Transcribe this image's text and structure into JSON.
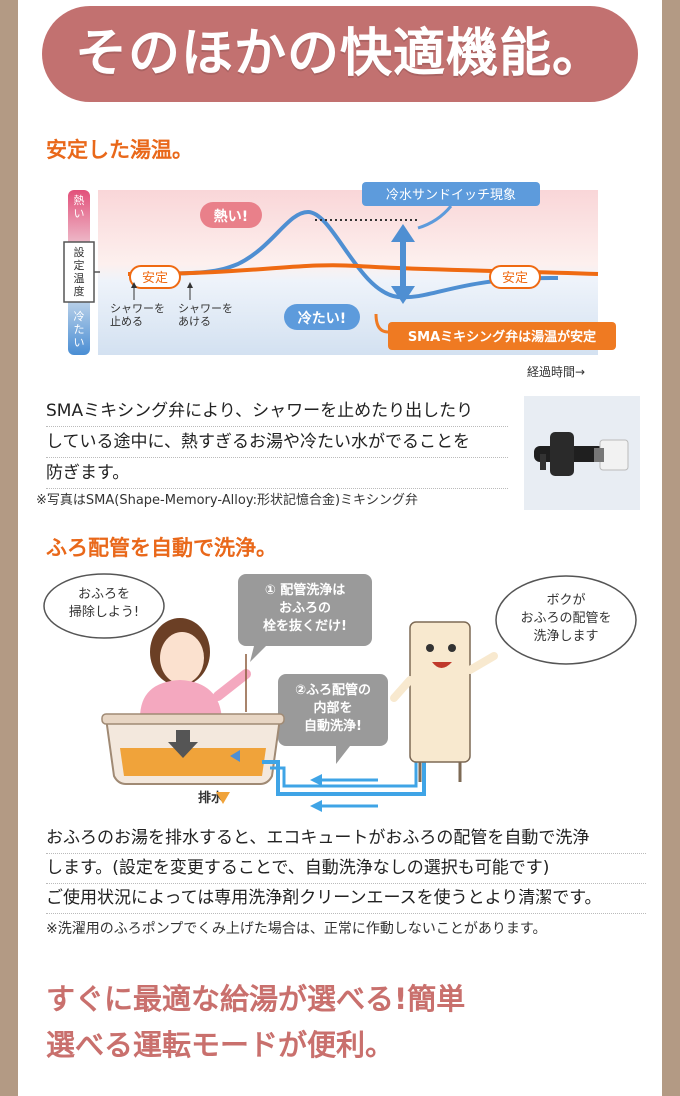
{
  "banner": {
    "title": "そのほかの快適機能。"
  },
  "section1": {
    "title": "安定した湯温。",
    "chart": {
      "label_hot": "熱い",
      "label_set_temp": "設定温度",
      "label_cold": "冷たい",
      "stable_left": "安定",
      "stable_right": "安定",
      "hot_bubble": "熱い!",
      "cold_bubble": "冷たい!",
      "sandwich_label": "冷水サンドイッチ現象",
      "sma_label": "SMAミキシング弁は湯温が安定",
      "arrow_stop": [
        "シャワーを",
        "止める"
      ],
      "arrow_start": [
        "シャワーを",
        "あける"
      ],
      "time_label": "経過時間→"
    },
    "text": [
      "SMAミキシング弁により、シャワーを止めたり出したり",
      "している途中に、熱すぎるお湯や冷たい水がでることを",
      "防ぎます。"
    ],
    "note": "※写真はSMA(Shape-Memory-Alloy:形状記憶合金)ミキシング弁"
  },
  "section2": {
    "title": "ふろ配管を自動で洗浄。",
    "bubble_woman": [
      "おふろを",
      "掃除しよう!"
    ],
    "step1": [
      "① 配管洗浄は",
      "おふろの",
      "栓を抜くだけ!"
    ],
    "step2": [
      "②ふろ配管の",
      "内部を",
      "自動洗浄!"
    ],
    "bubble_unit": [
      "ボクが",
      "おふろの配管を",
      "洗浄します"
    ],
    "drain_label": "排水",
    "text": [
      "おふろのお湯を排水すると、エコキュートがおふろの配管を自動で洗浄",
      "します。(設定を変更することで、自動洗浄なしの選択も可能です)",
      "ご使用状況によっては専用洗浄剤クリーンエースを使うとより清潔です。"
    ],
    "note": "※洗濯用のふろポンプでくみ上げた場合は、正常に作動しないことがあります。"
  },
  "bottom": {
    "title_lines": [
      "すぐに最適な給湯が選べる!簡単",
      "選べる運転モードが便利。"
    ]
  },
  "colors": {
    "banner": "#c27170",
    "section_title": "#e9681a",
    "bottom_title": "#c9706d",
    "orange_line": "#ef6a12",
    "blue_line": "#4f8fd2"
  }
}
